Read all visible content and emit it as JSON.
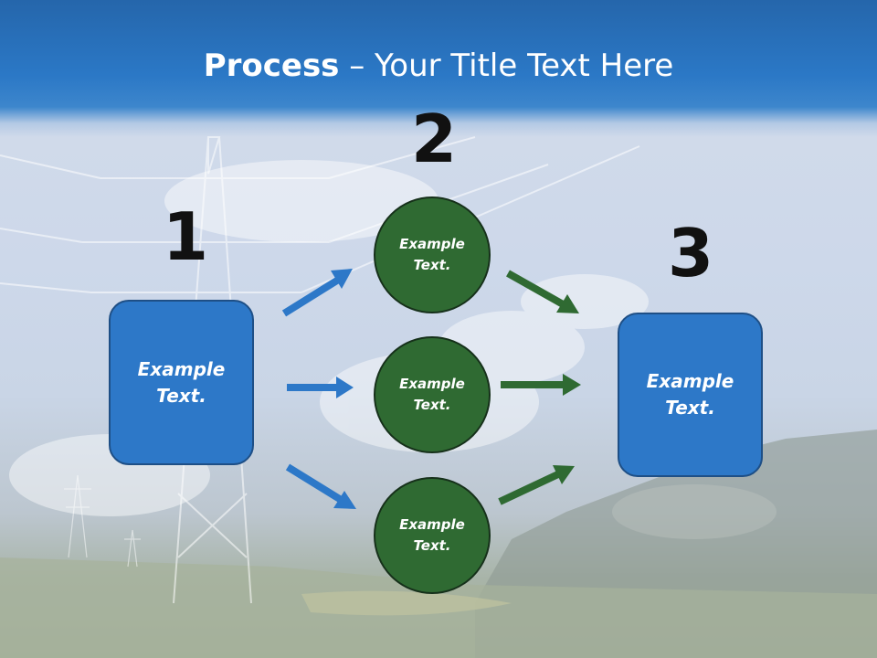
{
  "title": {
    "bold": "Process",
    "rest": " – Your Title Text Here"
  },
  "steps": {
    "one": {
      "number": "1",
      "box_text_line1": "Example",
      "box_text_line2": "Text."
    },
    "two": {
      "number": "2",
      "circles": [
        {
          "line1": "Example",
          "line2": "Text."
        },
        {
          "line1": "Example",
          "line2": "Text."
        },
        {
          "line1": "Example",
          "line2": "Text."
        }
      ]
    },
    "three": {
      "number": "3",
      "box_text_line1": "Example",
      "box_text_line2": "Text."
    }
  },
  "colors": {
    "title_band": "#2b78c6",
    "box_fill": "#2d78c8",
    "circle_fill": "#2f6a32",
    "blue_arrow": "#2d78c8",
    "green_arrow": "#2f6a32"
  },
  "icons": {
    "blue_arrows": "arrow-icon",
    "green_arrows": "arrow-icon",
    "background": "power-line-pylon-landscape"
  }
}
